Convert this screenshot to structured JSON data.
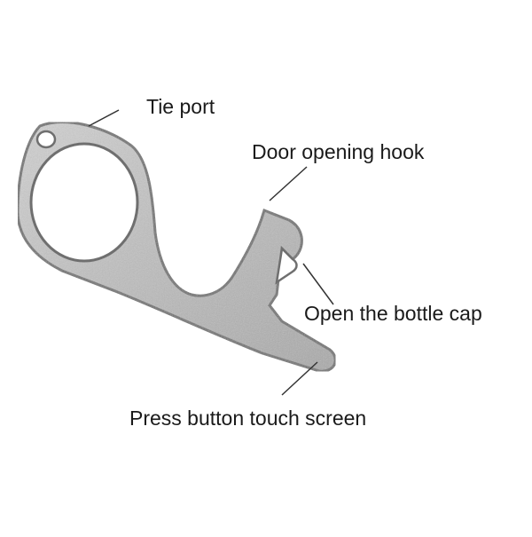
{
  "product": {
    "icon": "keychain-door-opener-tool-icon",
    "metal_color": "#b9b9b9",
    "edge_color": "#6f6f6f"
  },
  "labels": {
    "tie_port": "Tie port",
    "door_hook": "Door opening hook",
    "bottle_cap": "Open the bottle cap",
    "press_button": "Press button touch screen"
  },
  "colors": {
    "text": "#1a1a1a",
    "leader_line": "#333333",
    "background": "#ffffff"
  }
}
